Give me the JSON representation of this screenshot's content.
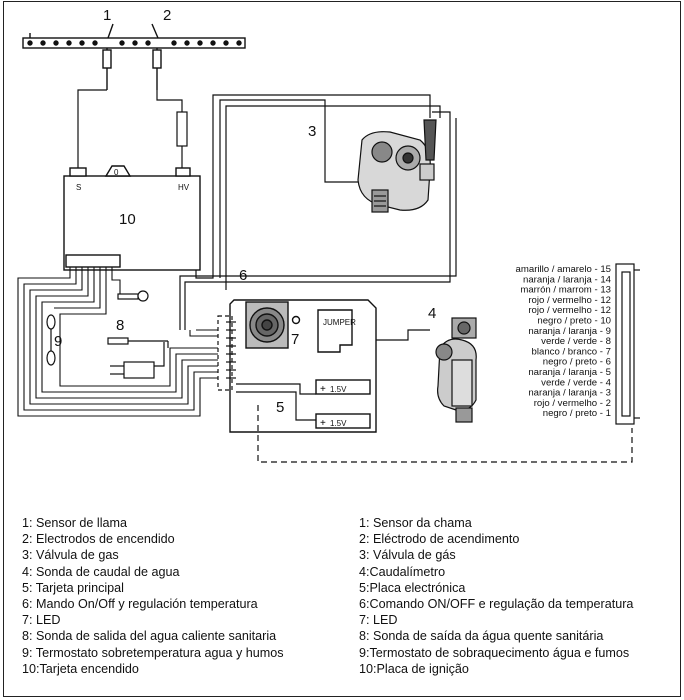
{
  "callouts": {
    "n1": "1",
    "n2": "2",
    "n3": "3",
    "n4": "4",
    "n5": "5",
    "n6": "6",
    "n7": "7",
    "n8": "8",
    "n9": "9",
    "n10": "10"
  },
  "board": {
    "zero": "0",
    "s": "S",
    "hv": "HV",
    "jumper": "JUMPER"
  },
  "battery": {
    "v1": "1.5V",
    "v2": "1.5V"
  },
  "wire_colors": [
    "amarillo / amarelo - 15",
    "naranja / laranja - 14",
    "marrón / marrom - 13",
    "rojo / vermelho - 12",
    "rojo / vermelho - 12",
    "negro / preto - 10",
    "naranja / laranja - 9",
    "verde / verde - 8",
    "blanco / branco - 7",
    "negro / preto - 6",
    "naranja / laranja - 5",
    "verde / verde - 4",
    "naranja / laranja - 3",
    "rojo / vermelho - 2",
    "negro / preto - 1"
  ],
  "legend_es": [
    "1: Sensor de llama",
    "2: Electrodos de encendido",
    "3: Válvula de gas",
    "4: Sonda de caudal de agua",
    "5: Tarjeta principal",
    "6: Mando On/Off y regulación temperatura",
    "7: LED",
    "8: Sonda de salida del agua caliente sanitaria",
    "9: Termostato sobretemperatura agua y humos",
    "10:Tarjeta encendido"
  ],
  "legend_pt": [
    "1: Sensor da chama",
    "2: Eléctrodo de acendimento",
    "3: Válvula de gás",
    "4:Caudalímetro",
    "5:Placa electrónica",
    "6:Comando ON/OFF e regulação da temperatura",
    "7: LED",
    "8: Sonda de saída da água quente sanitária",
    "9:Termostato de sobraquecimento água e fumos",
    "10:Placa de ignição"
  ]
}
